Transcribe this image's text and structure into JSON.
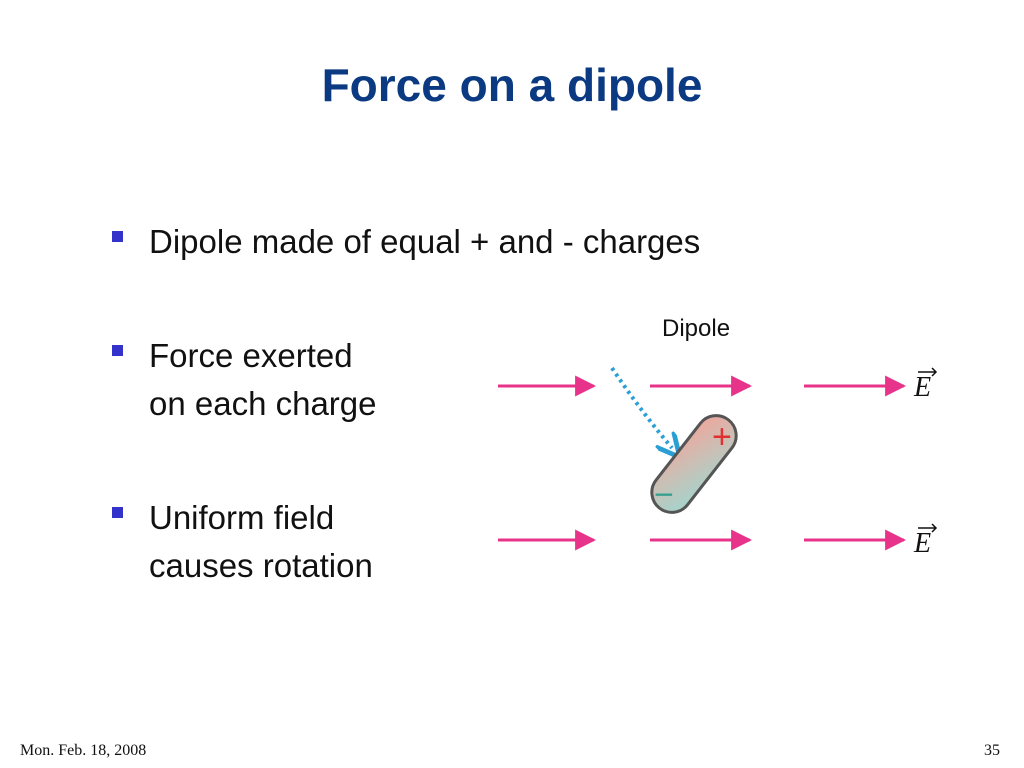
{
  "slide": {
    "title": "Force on a dipole",
    "bullets": [
      {
        "lines": [
          "Dipole made of equal + and - charges"
        ]
      },
      {
        "lines": [
          "Force exerted",
          "on each charge"
        ]
      },
      {
        "lines": [
          "Uniform field",
          "causes rotation"
        ]
      }
    ]
  },
  "diagram": {
    "dipole_label": "Dipole",
    "field_label": "E",
    "plus_sign": "+",
    "minus_sign": "−",
    "colors": {
      "field_arrow": "#e8338a",
      "dotted_arrow": "#2a9fd6",
      "plus": "#e03030",
      "minus": "#3aa08f"
    }
  },
  "footer": {
    "date": "Mon. Feb. 18, 2008",
    "page_number": "35"
  }
}
